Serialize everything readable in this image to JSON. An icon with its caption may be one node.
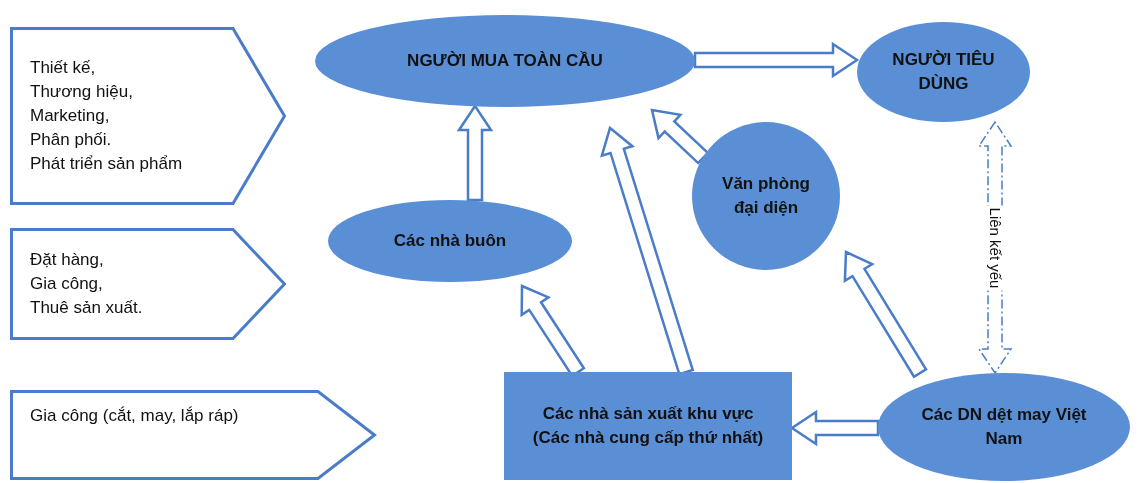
{
  "diagram": {
    "nodes": [
      {
        "text": [
          "Thiết kế,",
          "Thương hiệu,",
          "Marketing,",
          "Phân phối.",
          "Phát triển sản phẩm"
        ]
      },
      {
        "text": [
          "Đặt hàng,",
          "Gia công,",
          "Thuê sản xuất."
        ]
      },
      {
        "text": [
          "Gia công (cắt, may, lắp ráp)"
        ]
      },
      {
        "text": [
          "NGƯỜI MUA TOÀN CẦU"
        ]
      },
      {
        "text": [
          "NGƯỜI TIÊU DÙNG"
        ]
      },
      {
        "text": [
          "Các nhà buôn"
        ]
      },
      {
        "text": [
          "Văn phòng đại diện"
        ]
      },
      {
        "text": [
          "Các nhà sản xuất khu vực (Các nhà cung cấp thứ nhất)"
        ]
      },
      {
        "text": [
          "Các DN dệt may Việt Nam"
        ]
      }
    ],
    "edges": [
      {
        "from": 3,
        "to": 4,
        "arrow": "to"
      },
      {
        "from": 5,
        "to": 3,
        "arrow": "to"
      },
      {
        "from": 7,
        "to": 5,
        "arrow": "to"
      },
      {
        "from": 7,
        "to": 3,
        "arrow": "to"
      },
      {
        "from": 6,
        "to": 3,
        "arrow": "to"
      },
      {
        "from": 8,
        "to": 6,
        "arrow": "to"
      },
      {
        "from": 8,
        "to": 7,
        "arrow": "to"
      },
      {
        "from": 4,
        "to": 8,
        "arrow": "both",
        "style": "dashed",
        "label": "Liên kết yếu"
      }
    ]
  }
}
